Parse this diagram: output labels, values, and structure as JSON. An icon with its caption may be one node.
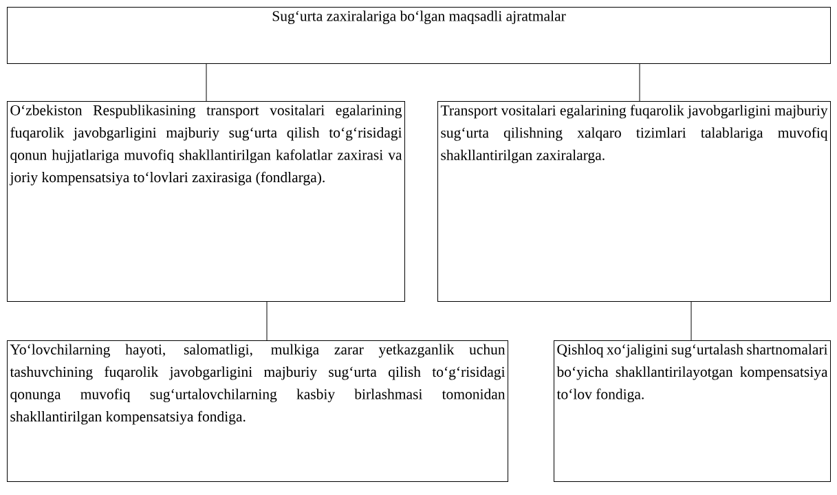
{
  "diagram": {
    "nodes": [
      {
        "text": [
          "Sug‘urta zaxiralariga bo‘lgan maqsadli ajratmalar"
        ]
      },
      {
        "text": [
          "O‘zbekiston Respublikasining transport vositalari egalarining fuqarolik javobgarligini majburiy sug‘urta qilish to‘g‘risidagi qonun hujjatlariga muvofiq shakllantirilgan kafolatlar zaxirasi va joriy kompensatsiya to‘lovlari zaxirasiga (fondlarga)."
        ]
      },
      {
        "text": [
          "Transport vositalari egalarining fuqarolik javobgarligini majburiy sug‘urta qilishning xalqaro tizimlari talablariga muvofiq shakllantirilgan zaxiralarga."
        ]
      },
      {
        "text": [
          "Yo‘lovchilarning hayoti, salomatligi, mulkiga zarar yetkazganlik uchun tashuvchining fuqarolik javobgarligini majburiy sug‘urta qilish to‘g‘risidagi qonunga muvofiq sug‘urtalovchilarning kasbiy birlashmasi tomonidan shakllantirilgan kompensatsiya fondiga."
        ]
      },
      {
        "text": [
          "Qishloq xo‘jaligini sug‘urtalash shartnomalari bo‘yicha shakllantirilayotgan kompensatsiya to‘lov fondiga."
        ]
      }
    ],
    "edges": [
      {
        "from": 0,
        "to": 1,
        "arrow": "none"
      },
      {
        "from": 0,
        "to": 2,
        "arrow": "none"
      },
      {
        "from": 1,
        "to": 3,
        "arrow": "none"
      },
      {
        "from": 2,
        "to": 4,
        "arrow": "none"
      }
    ]
  }
}
